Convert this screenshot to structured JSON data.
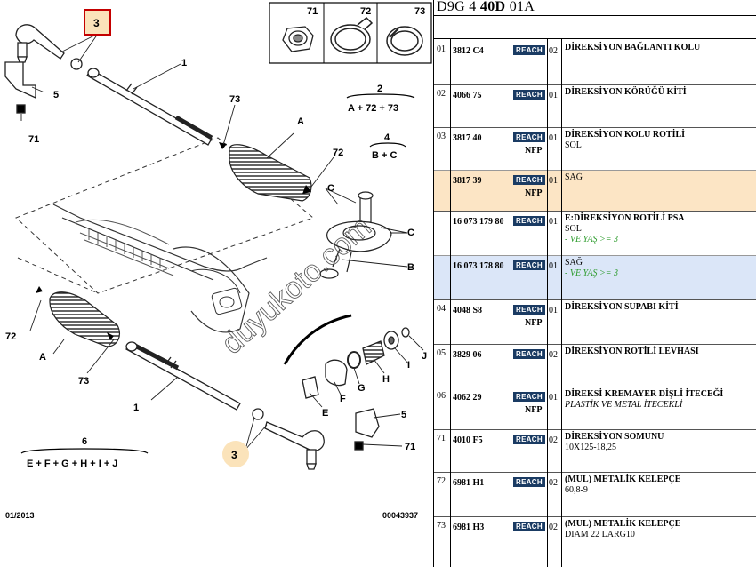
{
  "header": {
    "code_prefix": "D9G 4 ",
    "code_bold": "40D",
    "code_suffix": " 01A"
  },
  "diagram": {
    "footer_left": "01/2013",
    "footer_right": "00043937",
    "watermark": "duyukoto.com",
    "inset_labels": [
      "71",
      "72",
      "73"
    ],
    "labels": {
      "n1a": "1",
      "n1b": "1",
      "n2": "2",
      "n3a": "3",
      "n3b": "3",
      "n4": "4",
      "n5a": "5",
      "n5b": "5",
      "n6": "6",
      "n71a": "71",
      "n71b": "71",
      "n72a": "72",
      "n72b": "72",
      "n73a": "73",
      "n73b": "73",
      "lA1": "A",
      "lA2": "A",
      "lB": "B",
      "lC1": "C",
      "lC2": "C",
      "lE": "E",
      "lF": "F",
      "lG": "G",
      "lH": "H",
      "lI": "I",
      "lJ": "J"
    },
    "kits": {
      "k2": "A + 72 + 73",
      "k4": "B + C",
      "k6": "E + F + G + H + I + J"
    }
  },
  "reach_label": "REACH",
  "rows": [
    {
      "idx": "01",
      "ref": "3812 C4",
      "qty": "02",
      "nfp": "",
      "title": "DİREKSİYON BAĞLANTI KOLU",
      "lines": [],
      "highlight": ""
    },
    {
      "idx": "02",
      "ref": "4066 75",
      "qty": "01",
      "nfp": "",
      "title": "DİREKSİYON KÖRÜĞÜ KİTİ",
      "lines": [],
      "highlight": ""
    },
    {
      "idx": "03",
      "ref": "3817 40",
      "qty": "01",
      "nfp": "NFP",
      "title": "DİREKSİYON KOLU ROTİLİ",
      "lines": [
        "SOL"
      ],
      "highlight": ""
    },
    {
      "idx": "",
      "ref": "3817 39",
      "qty": "01",
      "nfp": "NFP",
      "title": "",
      "lines": [
        "SAĞ"
      ],
      "highlight": "o"
    },
    {
      "idx": "",
      "ref": "16 073 179 80",
      "qty": "01",
      "nfp": "",
      "title": "E:DİREKSİYON ROTİLİ PSA",
      "lines": [
        "SOL"
      ],
      "green": "- VE YAŞ >= 3",
      "highlight": ""
    },
    {
      "idx": "",
      "ref": "16 073 178 80",
      "qty": "01",
      "nfp": "",
      "title": "",
      "lines": [
        "SAĞ"
      ],
      "green": "- VE YAŞ >= 3",
      "highlight": "b"
    },
    {
      "idx": "04",
      "ref": "4048 S8",
      "qty": "01",
      "nfp": "NFP",
      "title": "DİREKSİYON SUPABI KİTİ",
      "lines": [],
      "highlight": ""
    },
    {
      "idx": "05",
      "ref": "3829 06",
      "qty": "02",
      "nfp": "",
      "title": "DİREKSİYON ROTİLİ LEVHASI",
      "lines": [],
      "highlight": ""
    },
    {
      "idx": "06",
      "ref": "4062 29",
      "qty": "01",
      "nfp": "NFP",
      "title": "DİREKSİ KREMAYER DİŞLİ İTECEĞİ",
      "italic": "PLASTİK VE METAL İTECEKLİ",
      "lines": [],
      "highlight": ""
    },
    {
      "idx": "71",
      "ref": "4010 F5",
      "qty": "02",
      "nfp": "",
      "title": "DİREKSİYON SOMUNU",
      "lines": [
        "10X125-18,25"
      ],
      "highlight": ""
    },
    {
      "idx": "72",
      "ref": "6981 H1",
      "qty": "02",
      "nfp": "",
      "title": "(MUL) METALİK KELEPÇE",
      "lines": [
        "60,8-9"
      ],
      "highlight": ""
    },
    {
      "idx": "73",
      "ref": "6981 H3",
      "qty": "02",
      "nfp": "",
      "title": "(MUL) METALİK KELEPÇE",
      "lines": [
        "DIAM 22 LARG10"
      ],
      "highlight": ""
    }
  ]
}
